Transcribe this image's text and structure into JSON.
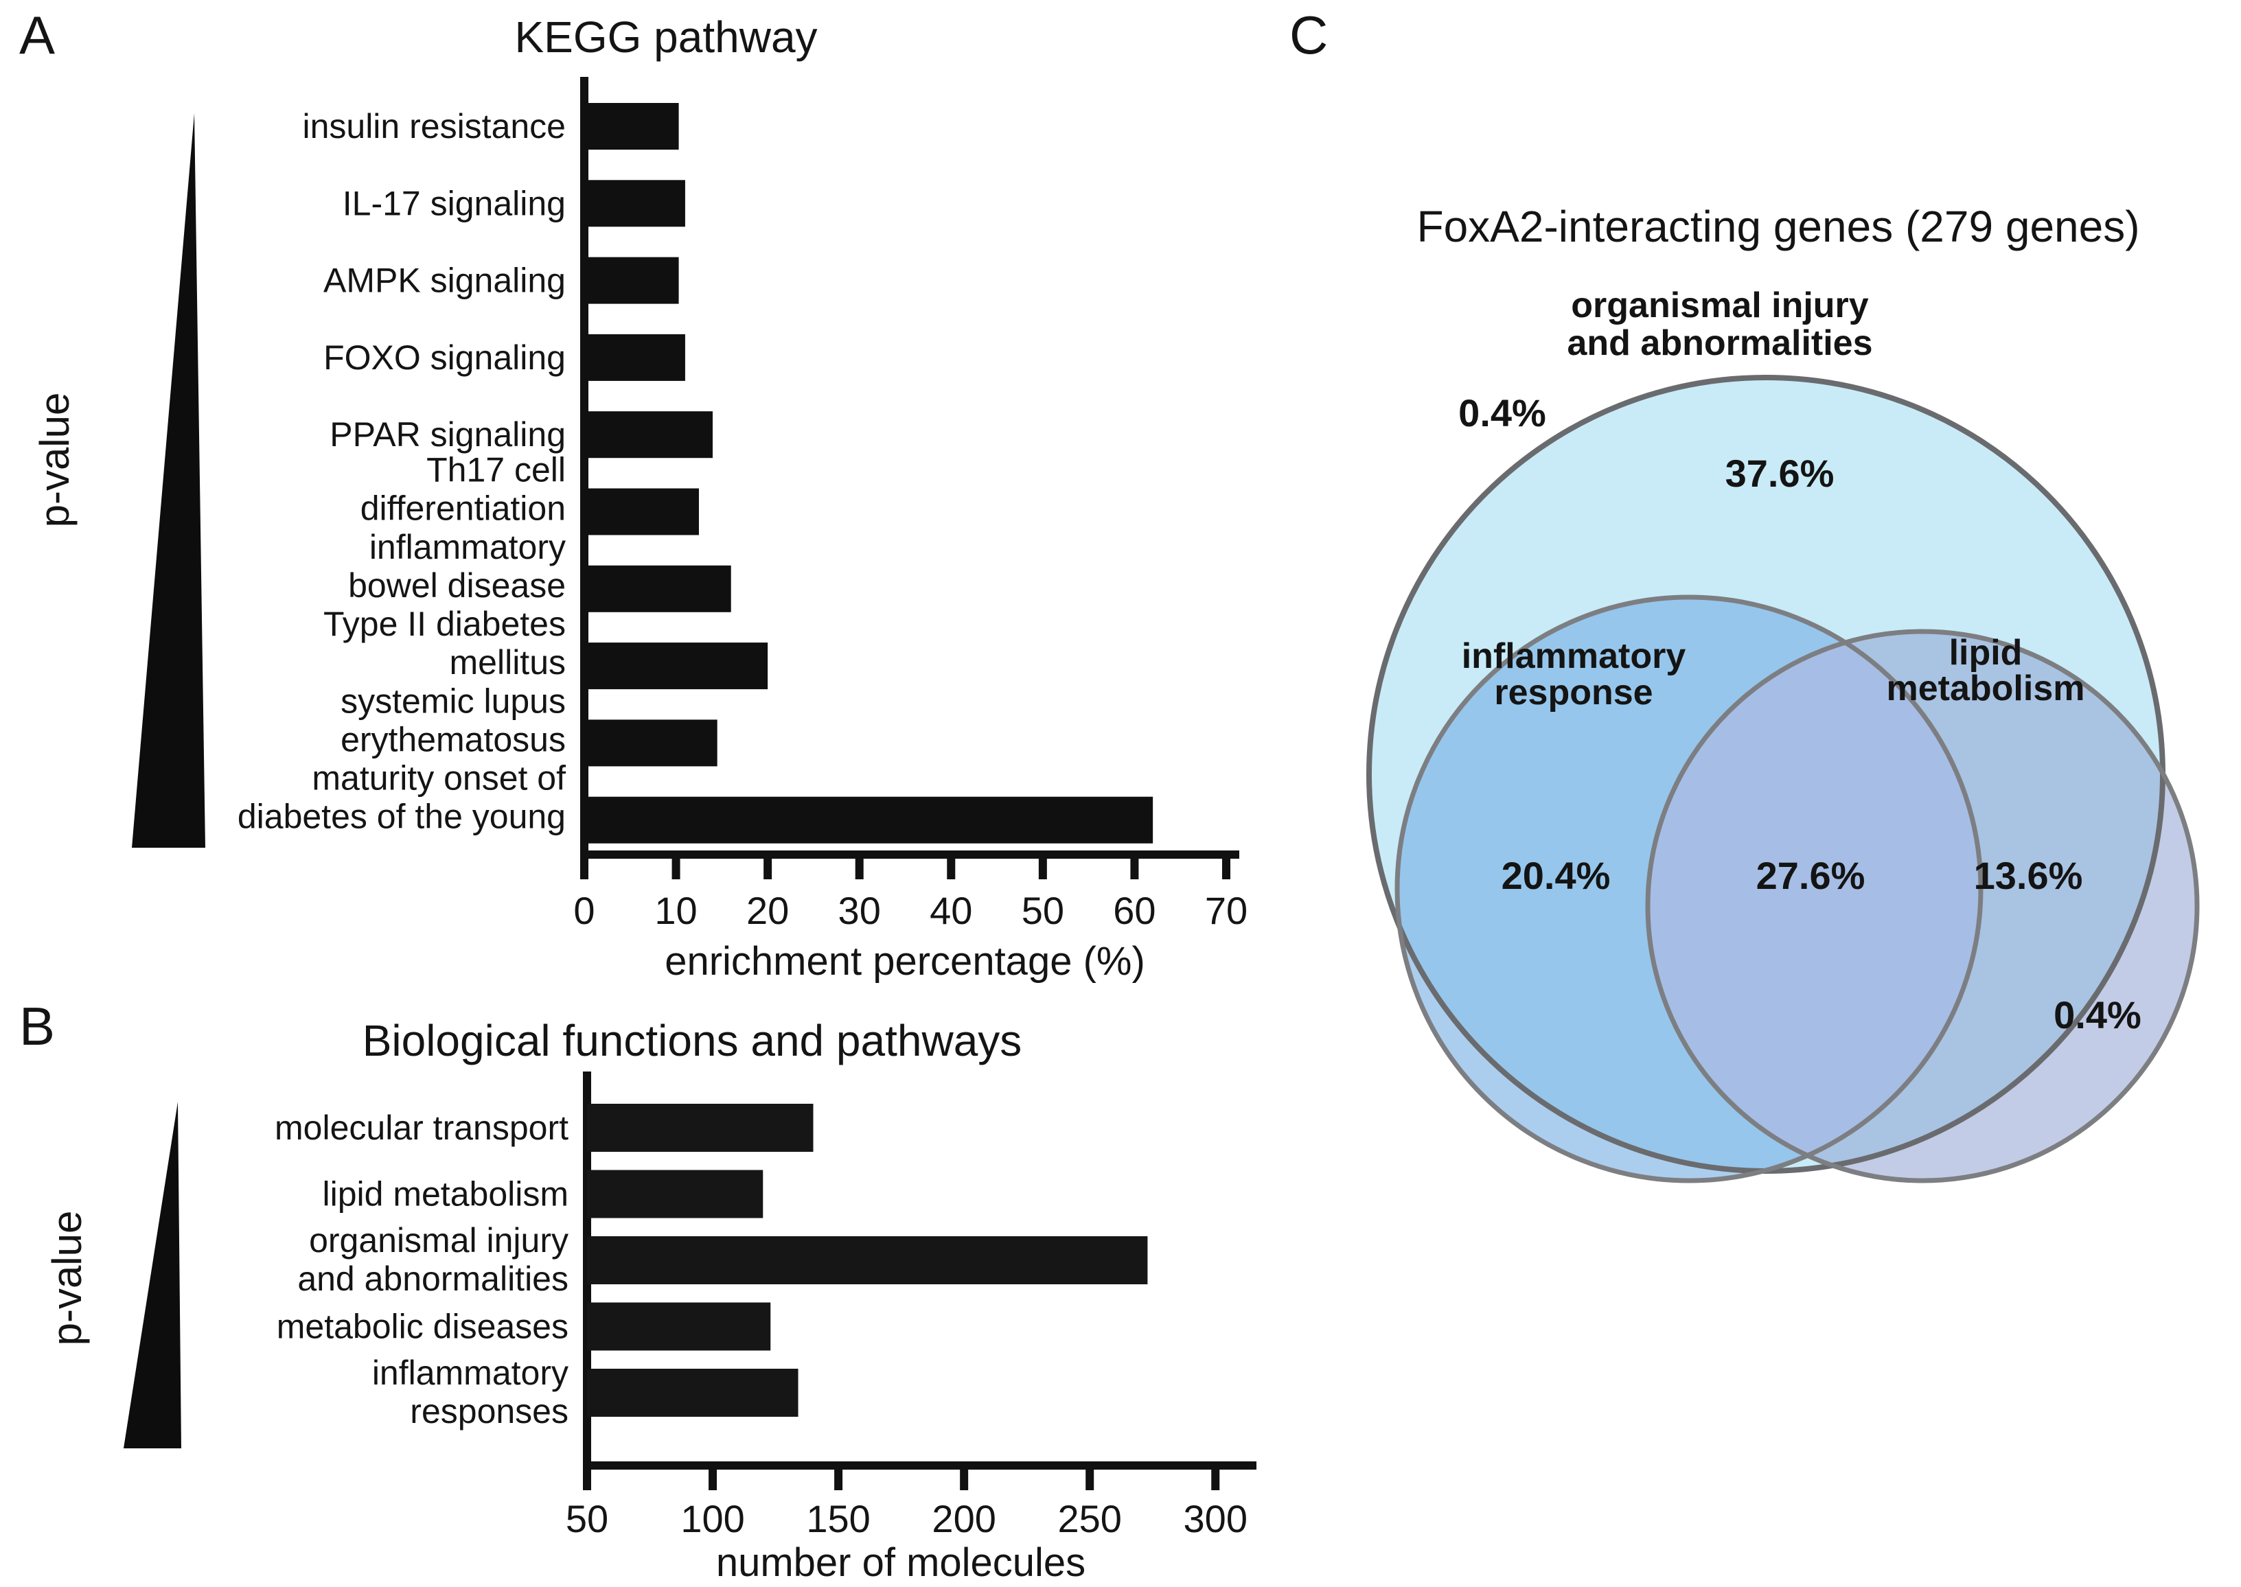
{
  "panels": {
    "a": {
      "letter": "A",
      "pvalue_label": "p-value"
    },
    "b": {
      "letter": "B",
      "pvalue_label": "p-value"
    },
    "c": {
      "letter": "C"
    }
  },
  "chart_data": [
    {
      "id": "kegg-pathway",
      "type": "bar",
      "orientation": "horizontal",
      "title": "KEGG pathway",
      "xlabel": "enrichment percentage (%)",
      "ylabel": "p-value (increasing downward)",
      "categories": [
        "insulin resistance",
        "IL-17 signaling",
        "AMPK signaling",
        "FOXO signaling",
        "PPAR signaling",
        "Th17 cell\ndifferentiation",
        "inflammatory\nbowel disease",
        "Type II diabetes\nmellitus",
        "systemic lupus\nerythematosus",
        "maturity onset of\ndiabetes of the young"
      ],
      "values": [
        10.3,
        11,
        10.3,
        11,
        14,
        12.5,
        16,
        20,
        14.5,
        62
      ],
      "xlim": [
        0,
        70
      ],
      "xticks": [
        0,
        10,
        20,
        30,
        40,
        50,
        60,
        70
      ],
      "bar_color": "#101010",
      "grid": false,
      "legend": "none"
    },
    {
      "id": "biological-functions",
      "type": "bar",
      "orientation": "horizontal",
      "title": "Biological functions and pathways",
      "xlabel": "number of molecules",
      "ylabel": "p-value (increasing downward)",
      "categories": [
        "molecular transport",
        "lipid metabolism",
        "organismal injury\nand abnormalities",
        "metabolic diseases",
        "inflammatory\nresponses"
      ],
      "values": [
        140,
        120,
        273,
        123,
        134
      ],
      "xlim": [
        50,
        300
      ],
      "xticks": [
        50,
        100,
        150,
        200,
        250,
        300
      ],
      "bar_color": "#161616",
      "grid": false,
      "legend": "none"
    },
    {
      "id": "foxa2-venn",
      "type": "venn",
      "title": "FoxA2-interacting genes (279 genes)",
      "sets": [
        "organismal injury and abnormalities",
        "inflammatory response",
        "lipid metabolism"
      ],
      "regions": [
        {
          "label": "outside all sets",
          "value_pct": 0.4
        },
        {
          "label": "organismal injury and abnormalities only",
          "value_pct": 37.6
        },
        {
          "label": "organismal injury + inflammatory response only",
          "value_pct": 20.4
        },
        {
          "label": "organismal injury + inflammatory response + lipid metabolism",
          "value_pct": 27.6
        },
        {
          "label": "organismal injury + lipid metabolism only",
          "value_pct": 13.6
        },
        {
          "label": "lipid metabolism outside organismal injury",
          "value_pct": 0.4
        }
      ]
    }
  ],
  "venn": {
    "title": "FoxA2-interacting genes (279 genes)",
    "outer_label_line1": "organismal injury",
    "outer_label_line2": "and abnormalities",
    "left_label_line1": "inflammatory",
    "left_label_line2": "response",
    "right_label_line1": "lipid",
    "right_label_line2": "metabolism",
    "pct_outside_top": "0.4%",
    "pct_outer_only": "37.6%",
    "pct_left_only": "20.4%",
    "pct_center": "27.6%",
    "pct_right_only": "13.6%",
    "pct_right_outside": "0.4%",
    "colors": {
      "outer_fill": "#c8ebf7",
      "left_fill": "rgba(120,176,228,0.62)",
      "right_fill": "rgba(144,162,210,0.55)",
      "overlap_fill": "#a6bee5",
      "outer_stroke": "#6a6b6e",
      "inner_stroke": "#7d7e82"
    }
  }
}
